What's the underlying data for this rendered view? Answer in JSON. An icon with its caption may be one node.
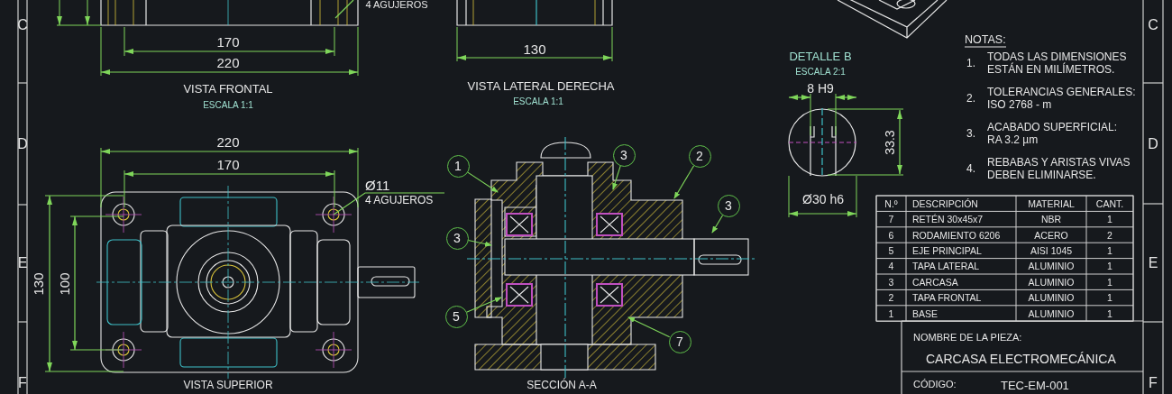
{
  "diagram": {
    "nodes": [
      {
        "text": [
          "1"
        ]
      },
      {
        "text": [
          "3"
        ]
      },
      {
        "text": [
          "2"
        ]
      },
      {
        "text": [
          "3"
        ]
      },
      {
        "text": [
          "3"
        ]
      },
      {
        "text": [
          "5"
        ]
      },
      {
        "text": [
          "7"
        ]
      },
      {
        "text": [
          "Ø11",
          "4 AGUJEROS"
        ]
      }
    ],
    "edges": [
      {
        "from": 0,
        "to": null,
        "arrow": "to"
      },
      {
        "from": 1,
        "to": null,
        "arrow": "to"
      },
      {
        "from": 2,
        "to": null,
        "arrow": "to"
      },
      {
        "from": 3,
        "to": null,
        "arrow": "to"
      },
      {
        "from": 4,
        "to": null,
        "arrow": "to"
      },
      {
        "from": 5,
        "to": null,
        "arrow": "to"
      },
      {
        "from": 6,
        "to": null,
        "arrow": "to"
      },
      {
        "from": 7,
        "to": null,
        "arrow": "none"
      }
    ],
    "labels": [
      "4 AGUJEROS",
      "C",
      "C",
      "170",
      "220",
      "130",
      "DETALLE B",
      "ESCALA 2:1",
      "NOTAS:",
      "1.",
      "TODAS LAS DIMENSIONES ESTÁN EN MILÍMETROS.",
      "VISTA FRONTAL",
      "ESCALA 1:1",
      "VISTA LATERAL DERECHA",
      "ESCALA 1:1",
      "8 H9",
      "2.",
      "TOLERANCIAS GENERALES: ISO 2768 - m",
      "D",
      "220",
      "33.3",
      "3.",
      "ACABADO SUPERFICIAL: RA 3.2 µm",
      "D",
      "170",
      "4.",
      "REBABAS Y ARISTAS VIVAS DEBEN ELIMINARSE.",
      "Ø30 h6",
      "N.º",
      "DESCRIPCIÓN",
      "MATERIAL",
      "CANT.",
      "7",
      "RETÉN 30x45x7",
      "NBR",
      "1",
      "6",
      "RODAMIENTO 6206",
      "ACERO",
      "2",
      "E",
      "130",
      "100",
      "5",
      "EJE PRINCIPAL",
      "AISI 1045",
      "1",
      "4",
      "TAPA LATERAL",
      "ALUMINIO",
      "1",
      "E",
      "3",
      "CARCASA",
      "ALUMINIO",
      "1",
      "2",
      "TAPA FRONTAL",
      "ALUMINIO",
      "1",
      "1",
      "BASE",
      "ALUMINIO",
      "1",
      "NOMBRE DE LA PIEZA:",
      "CARCASA ELECTROMECÁNICA",
      "F",
      "VISTA SUPERIOR",
      "SECCIÓN A-A",
      "CÓDIGO:",
      "TEC-EM-001",
      "F"
    ]
  }
}
